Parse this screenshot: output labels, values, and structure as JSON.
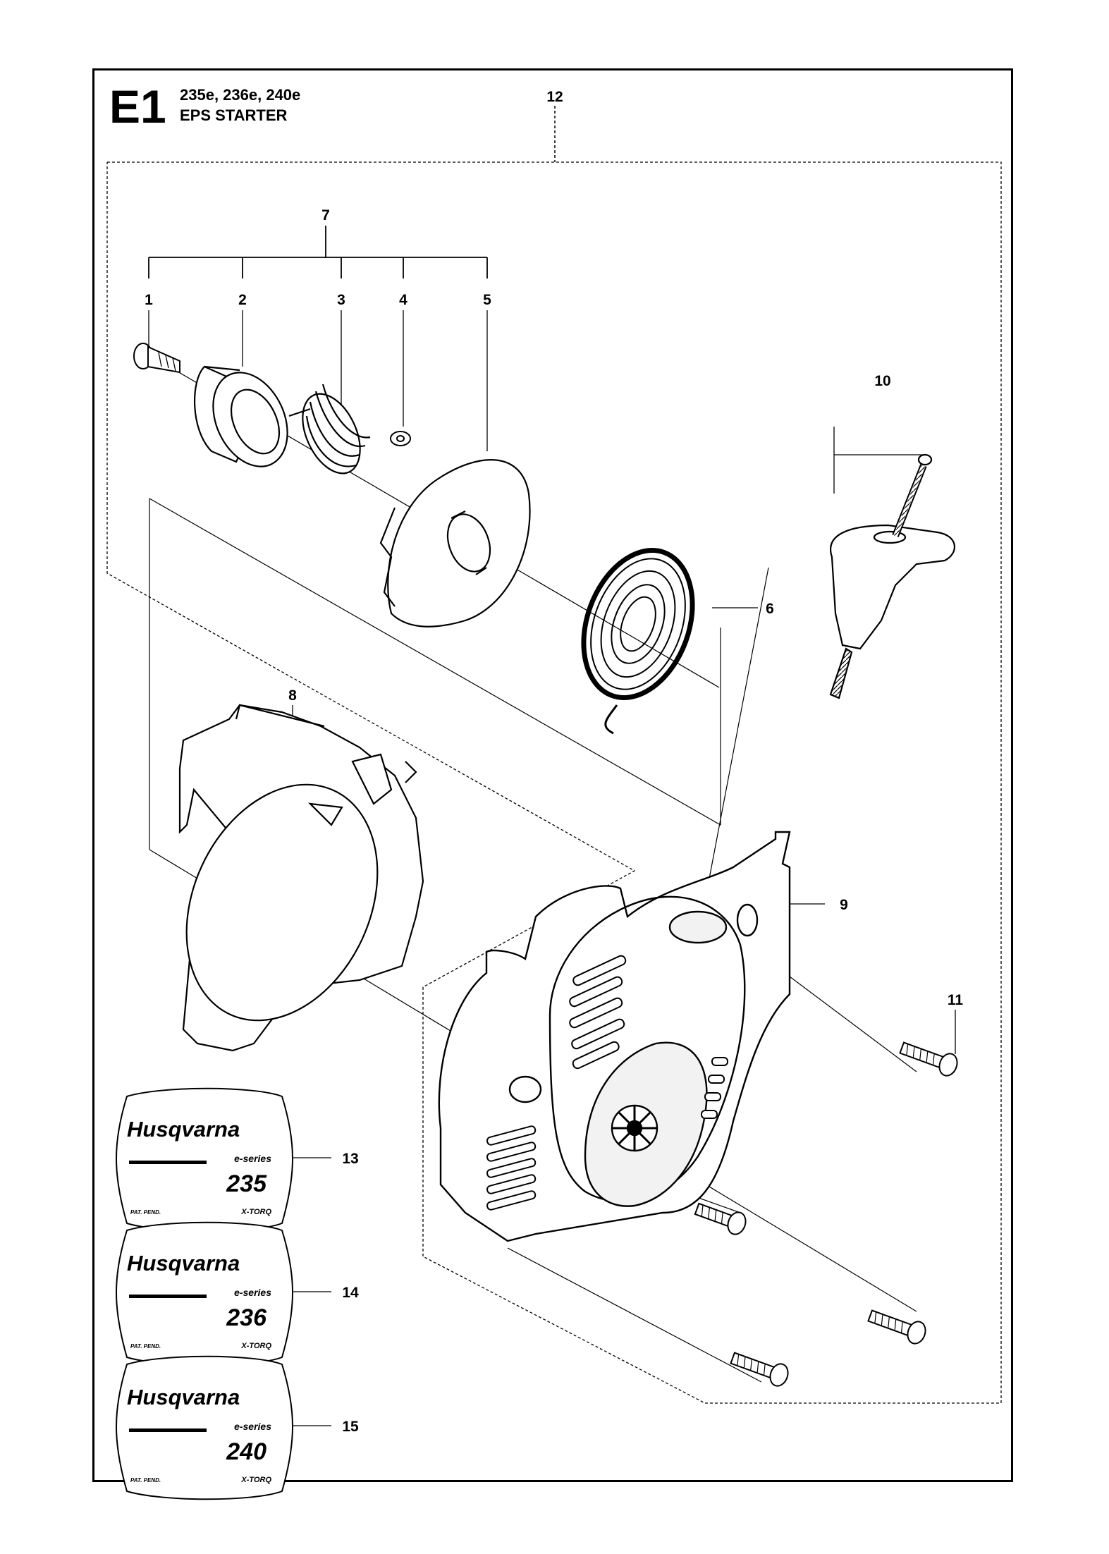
{
  "header": {
    "section": "E1",
    "models": "235e, 236e, 240e",
    "title": "EPS STARTER"
  },
  "callouts": [
    "1",
    "2",
    "3",
    "4",
    "5",
    "6",
    "7",
    "8",
    "9",
    "10",
    "11",
    "12",
    "13",
    "14",
    "15"
  ],
  "decals": [
    {
      "brand": "Husqvarna",
      "series": "e-series",
      "model": "235",
      "patent": "PAT. PEND.",
      "engine": "X-TORQ"
    },
    {
      "brand": "Husqvarna",
      "series": "e-series",
      "model": "236",
      "patent": "PAT. PEND.",
      "engine": "X-TORQ"
    },
    {
      "brand": "Husqvarna",
      "series": "e-series",
      "model": "240",
      "patent": "PAT. PEND.",
      "engine": "X-TORQ"
    }
  ],
  "colors": {
    "ink": "#000000",
    "paper": "#ffffff",
    "shade": "#d9d9d9"
  }
}
